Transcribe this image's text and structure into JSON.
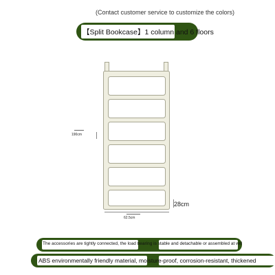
{
  "header": {
    "note": "(Contact customer service to customize the colors)",
    "title": "【Split Bookcase】1 column and 6 floors"
  },
  "dimensions": {
    "height": "190cm",
    "width": "62.5cm",
    "depth": "28cm"
  },
  "features": [
    "The accessories are tightly connected, the load bearing is stable and detachable or assembled at will",
    "ABS environmentally friendly material, moisture-proof, corrosion-resistant, thickened"
  ],
  "colors": {
    "accent": "#2f5413",
    "frame": "#efeee0",
    "frame_stroke": "#a7a692"
  },
  "shelf": {
    "columns": 1,
    "floors": 6
  }
}
